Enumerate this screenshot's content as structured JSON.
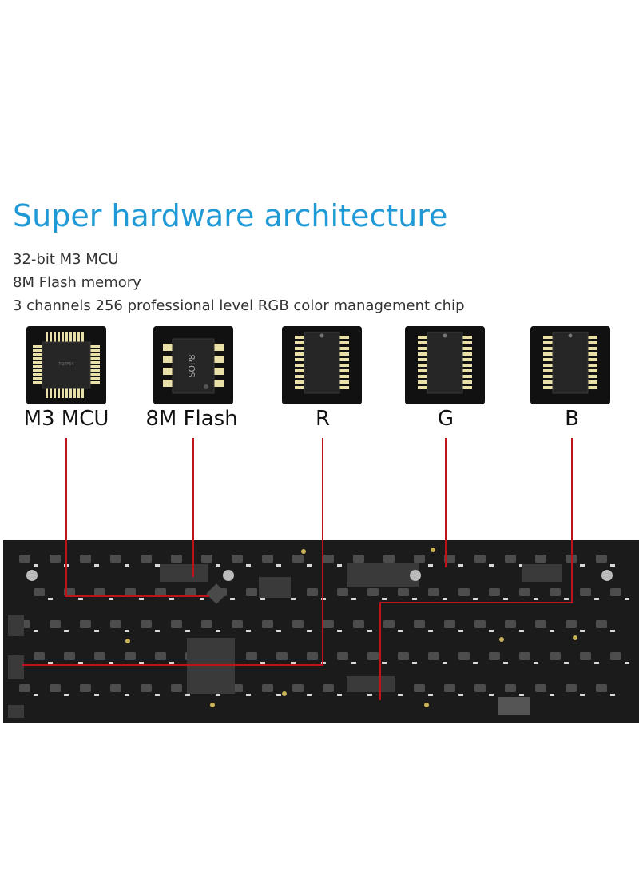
{
  "title": "Super hardware architecture",
  "features": [
    "32-bit M3 MCU",
    "8M Flash memory",
    "3 channels 256 professional level RGB color management chip"
  ],
  "chips": [
    {
      "label": "M3 MCU",
      "marking": "TQFP64",
      "icon": "qfp-chip-icon"
    },
    {
      "label": "8M Flash",
      "marking": "SOP8",
      "icon": "sop8-chip-icon"
    },
    {
      "label": "R",
      "marking": "",
      "icon": "ssop-chip-icon"
    },
    {
      "label": "G",
      "marking": "",
      "icon": "ssop-chip-icon"
    },
    {
      "label": "B",
      "marking": "",
      "icon": "ssop-chip-icon"
    }
  ],
  "colors": {
    "title": "#1f9ad6",
    "wire": "#c0121a",
    "pcb": "#1a1a1a"
  }
}
